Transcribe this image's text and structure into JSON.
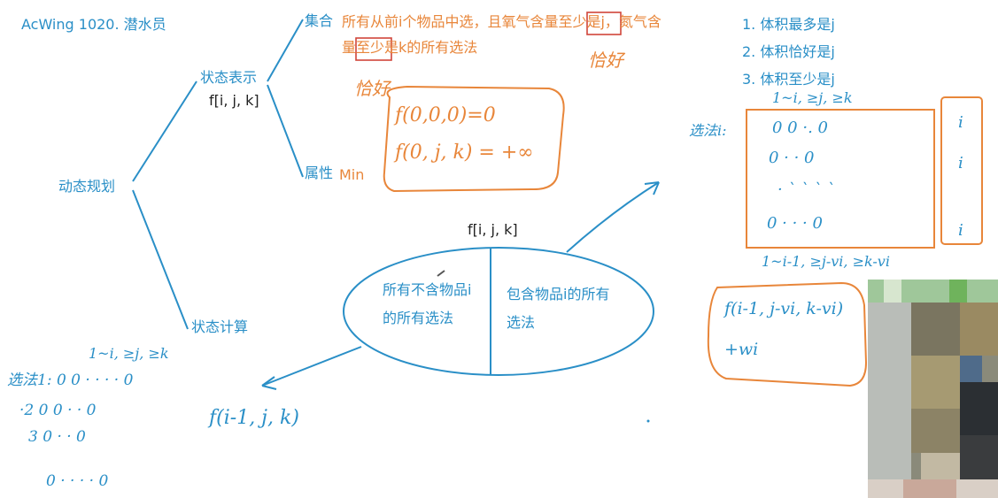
{
  "header": {
    "title": "AcWing 1020. 潜水员"
  },
  "tree": {
    "root": "动态规划",
    "state_repr": {
      "label": "状态表示",
      "sub": "f[i, j, k]"
    },
    "set_label": "集合",
    "set_desc_line1": "所有从前i个物品中选，且氧气含量至少是j，氮气含",
    "set_desc_line2": "量至少是k的所有选法",
    "attr_label": "属性",
    "attr_value": "Min",
    "state_calc": "状态计算"
  },
  "notes": {
    "exact_under": "恰好",
    "exact_side": "恰好",
    "init1": "f(0,0,0)=0",
    "init2": "f(0, j, k) = +∞",
    "variants": [
      "1. 体积最多是j",
      "2. 体积恰好是j",
      "3. 体积至少是j"
    ]
  },
  "split": {
    "top_label": "f[i, j, k]",
    "left": [
      "所有不含物品i",
      "的所有选法"
    ],
    "right": [
      "包含物品i的所有",
      "选法"
    ],
    "left_formula": "f(i-1, j, k)",
    "right_formula_1": "f(i-1, j-vi, k-vi)",
    "right_formula_2": "+wi"
  },
  "grid_right": {
    "header": "1~i,   ≥j,   ≥k",
    "row_label": "选法i:",
    "rows": [
      "0   0   ·.   0",
      "0 · · 0",
      "· ` ` ` `",
      "0   · · · 0"
    ],
    "footer": "1~i-1,  ≥j-vi,  ≥k-vi",
    "side": [
      "i",
      "i",
      "i"
    ]
  },
  "grid_left": {
    "header": "1~i,  ≥j,  ≥k",
    "rows": [
      "选法1: 0   0 · · · · 0",
      "·2  0  0 · · 0",
      "3  0 · · 0",
      "0 · · · · 0"
    ]
  }
}
